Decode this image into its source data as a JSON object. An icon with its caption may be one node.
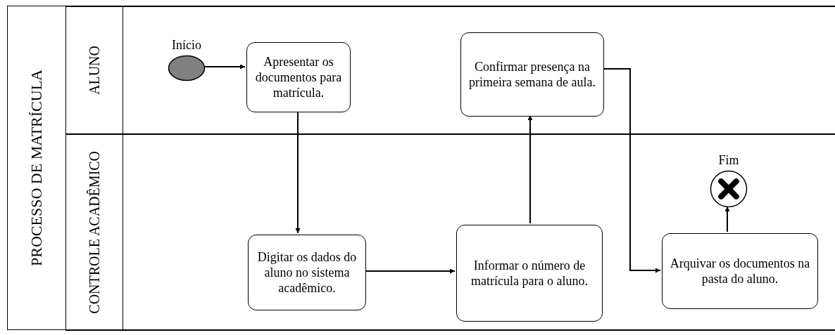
{
  "diagram": {
    "nodes": [
      {
        "text": [
          "PROCESSO DE MATRÍCULA"
        ]
      },
      {
        "text": [
          "ALUNO"
        ],
        "in": 0
      },
      {
        "text": [
          "CONTROLE ACADÊMICO"
        ],
        "in": 0
      },
      {
        "text": [],
        "shape": "circle",
        "beside": [
          "Início"
        ],
        "in": 1
      },
      {
        "text": [
          "Apresentar os documentos para matrícula."
        ],
        "in": 1
      },
      {
        "text": [
          "Confirmar presença na primeira semana de aula."
        ],
        "in": 1
      },
      {
        "text": [
          "Digitar os dados do aluno no sistema acadêmico."
        ],
        "in": 2
      },
      {
        "text": [
          "Informar o número de matrícula para o aluno."
        ],
        "in": 2
      },
      {
        "text": [
          "Arquivar os documentos na pasta do aluno."
        ],
        "in": 2
      },
      {
        "text": [],
        "shape": "circle",
        "beside": [
          "Fim"
        ],
        "in": 2
      }
    ],
    "edges": [
      {
        "from": 3,
        "to": 4,
        "arrow": "to"
      },
      {
        "from": 4,
        "to": 6,
        "arrow": "to"
      },
      {
        "from": 6,
        "to": 7,
        "arrow": "to"
      },
      {
        "from": 7,
        "to": 5,
        "arrow": "to"
      },
      {
        "from": 5,
        "to": 8,
        "arrow": "to"
      },
      {
        "from": 8,
        "to": 9,
        "arrow": "to"
      }
    ]
  }
}
